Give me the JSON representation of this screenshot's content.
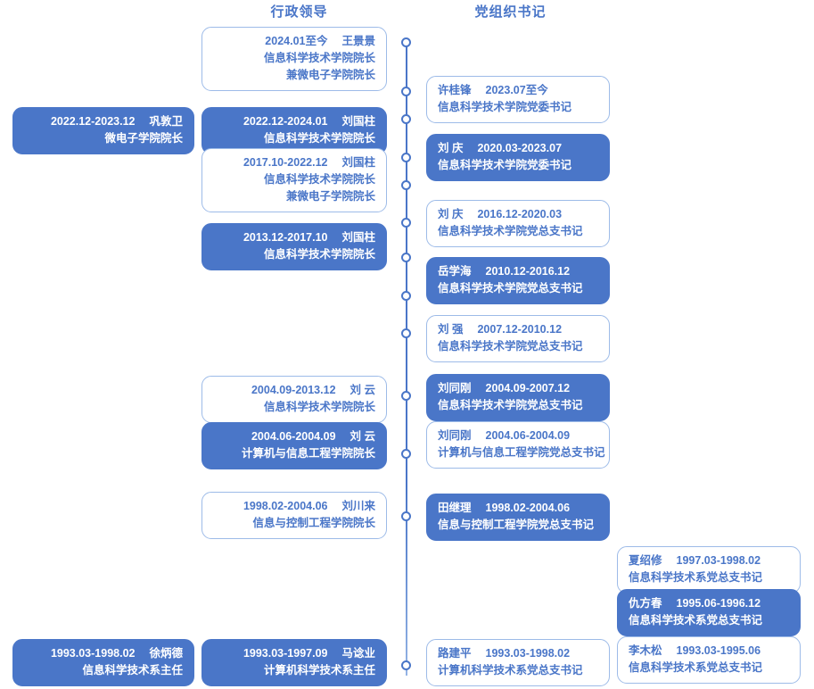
{
  "headers": {
    "admin": "行政领导",
    "party": "党组织书记"
  },
  "colors": {
    "accent": "#4a76c8",
    "outline_border": "#9dbbe8",
    "filled_bg": "#4a76c8",
    "filled_text": "#ffffff",
    "outline_text": "#4a76c8",
    "page_bg": "#ffffff"
  },
  "axis": {
    "node_count": 10,
    "node_positions_y": [
      47,
      102,
      133,
      176,
      207,
      249,
      288,
      331,
      373,
      443,
      508,
      578,
      745
    ]
  },
  "cards": {
    "left_column": [
      {
        "id": "gong-dunwei-2022",
        "style": "filled",
        "align": "right",
        "period": "2022.12-2023.12",
        "person": "巩敦卫",
        "title": "微电子学院院长"
      },
      {
        "id": "xu-bingde-1993",
        "style": "filled",
        "align": "right",
        "period": "1993.03-1998.02",
        "person": "徐炳德",
        "title": "信息科学技术系主任"
      }
    ],
    "admin_column": [
      {
        "id": "wang-jingjing-2024",
        "style": "outline",
        "align": "right",
        "period": "2024.01至今",
        "person": "王景景",
        "title": "信息科学技术学院院长",
        "title2": "兼微电子学院院长"
      },
      {
        "id": "liu-guozhu-2022",
        "style": "filled",
        "align": "right",
        "period": "2022.12-2024.01",
        "person": "刘国柱",
        "title": "信息科学技术学院院长"
      },
      {
        "id": "liu-guozhu-2017",
        "style": "outline",
        "align": "right",
        "period": "2017.10-2022.12",
        "person": "刘国柱",
        "title": "信息科学技术学院院长",
        "title2": "兼微电子学院院长"
      },
      {
        "id": "liu-guozhu-2013",
        "style": "filled",
        "align": "right",
        "period": "2013.12-2017.10",
        "person": "刘国柱",
        "title": "信息科学技术学院院长"
      },
      {
        "id": "liu-yun-2004-09",
        "style": "outline",
        "align": "right",
        "period": "2004.09-2013.12",
        "person": "刘 云",
        "title": "信息科学技术学院院长"
      },
      {
        "id": "liu-yun-2004-06",
        "style": "filled",
        "align": "right",
        "period": "2004.06-2004.09",
        "person": "刘 云",
        "title": "计算机与信息工程学院院长"
      },
      {
        "id": "liu-chuanlai-1998",
        "style": "outline",
        "align": "right",
        "period": "1998.02-2004.06",
        "person": "刘川来",
        "title": "信息与控制工程学院院长"
      },
      {
        "id": "ma-lunye-1993",
        "style": "filled",
        "align": "right",
        "period": "1993.03-1997.09",
        "person": "马谂业",
        "title": "计算机科学技术系主任"
      }
    ],
    "party_column": [
      {
        "id": "xu-guifeng-2023",
        "style": "outline",
        "align": "left",
        "person": "许桂锋",
        "period": "2023.07至今",
        "title": "信息科学技术学院党委书记"
      },
      {
        "id": "liu-qing-2020",
        "style": "filled",
        "align": "left",
        "person": "刘 庆",
        "period": "2020.03-2023.07",
        "title": "信息科学技术学院党委书记"
      },
      {
        "id": "liu-qing-2016",
        "style": "outline",
        "align": "left",
        "person": "刘 庆",
        "period": "2016.12-2020.03",
        "title": "信息科学技术学院党总支书记"
      },
      {
        "id": "yue-xuehai-2010",
        "style": "filled",
        "align": "left",
        "person": "岳学海",
        "period": "2010.12-2016.12",
        "title": "信息科学技术学院党总支书记"
      },
      {
        "id": "liu-qiang-2007",
        "style": "outline",
        "align": "left",
        "person": "刘 强",
        "period": "2007.12-2010.12",
        "title": "信息科学技术学院党总支书记"
      },
      {
        "id": "liu-tonggang-2004-09",
        "style": "filled",
        "align": "left",
        "person": "刘同刚",
        "period": "2004.09-2007.12",
        "title": "信息科学技术学院党总支书记"
      },
      {
        "id": "liu-tonggang-2004-06",
        "style": "outline",
        "align": "left",
        "person": "刘同刚",
        "period": "2004.06-2004.09",
        "title": "计算机与信息工程学院党总支书记"
      },
      {
        "id": "tian-jili-1998",
        "style": "filled",
        "align": "left",
        "person": "田继理",
        "period": "1998.02-2004.06",
        "title": "信息与控制工程学院党总支书记"
      },
      {
        "id": "lu-jianping-1993",
        "style": "outline",
        "align": "left",
        "person": "路建平",
        "period": "1993.03-1998.02",
        "title": "计算机科学技术系党总支书记"
      }
    ],
    "far_right_column": [
      {
        "id": "xia-shaoxiu-1997",
        "style": "outline",
        "align": "left",
        "person": "夏绍修",
        "period": "1997.03-1998.02",
        "title": "信息科学技术系党总支书记"
      },
      {
        "id": "qiu-fangchun-1995",
        "style": "filled",
        "align": "left",
        "person": "仇方春",
        "period": "1995.06-1996.12",
        "title": "信息科学技术系党总支书记"
      },
      {
        "id": "li-musong-1993",
        "style": "outline",
        "align": "left",
        "person": "李木松",
        "period": "1993.03-1995.06",
        "title": "信息科学技术系党总支书记"
      }
    ]
  }
}
